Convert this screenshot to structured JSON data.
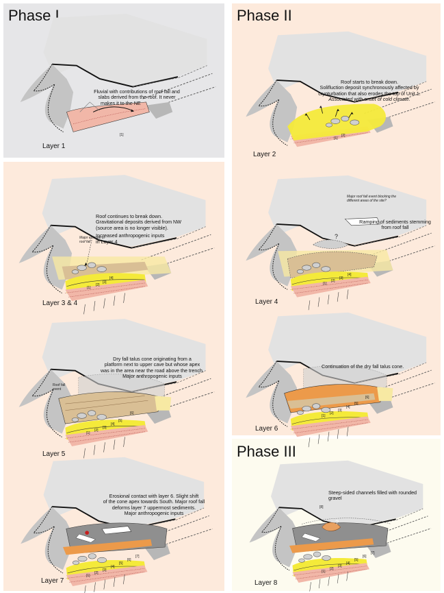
{
  "phases": {
    "phase1": "Phase I",
    "phase2": "Phase II",
    "phase3": "Phase III"
  },
  "layers": {
    "l1": "Layer 1",
    "l2": "Layer 2",
    "l34": "Layer 3 & 4",
    "l4": "Layer 4",
    "l5": "Layer 5",
    "l6": "Layer 6",
    "l7": "Layer 7",
    "l8": "Layer 8"
  },
  "annotations": {
    "l1": [
      "Fluvial with contributions of roof fall and",
      "slabs derived from the roof. It never",
      "makes it to the NE"
    ],
    "l2": [
      "Roof starts to break down.",
      "Solifluction deposit synchronously affected by",
      "cryoturbation that also erodes the top of Unit 1."
    ],
    "l2_italic": "Associated with onset of cold climate.",
    "l34": [
      "Roof continues to break down.",
      "Gravitational deposits derived from NW",
      "(source area is no longer visible).",
      "Increased anthropogenic inputs",
      "in Layer 4"
    ],
    "l34_small": [
      "Major episode of",
      "roof fall"
    ],
    "l4": [
      "Ramping of sediments stemming",
      "from roof fall"
    ],
    "l4_small": [
      "Major roof fall event blocking the",
      "different areas of the site?"
    ],
    "l5": [
      "Dry fall talus cone originating from a",
      "platform next to upper cave but whose apex",
      "was in the area near the road above the trench.",
      "Major anthropogenic inputs"
    ],
    "l5_small": [
      "Roof fall",
      "event"
    ],
    "l6": [
      "Continuation of the dry fall talus cone."
    ],
    "l7": [
      "Erosional contact with layer 6. Slight shift",
      "of the cone apex towards South. Major roof fall",
      "deforms layer 7 uppermost sediments.",
      "Major anthropogenic inputs"
    ],
    "l8": [
      "Steep-sided channels filled with rounded",
      "gravel"
    ]
  },
  "markers": {
    "n1": "[1]",
    "n2": "[2]",
    "n3": "[3]",
    "n4": "[4]",
    "n5": "[5]",
    "n6": "[6]",
    "n7": "[7]",
    "n8": "[8]",
    "q": "?"
  },
  "colors": {
    "phase1_bg": "#e6e6e8",
    "phase2_bg": "#fdeadc",
    "phase3_bg": "#fdfbef",
    "rock": "#e2e2e2",
    "rock_shadow": "#c4c4c4",
    "layer1_pink": "#f1b7a8",
    "layer2_yellow": "#f4ea3a",
    "layer34_tan": "#d9bf95",
    "layer6_orange": "#ec9a4a",
    "layer7_grey": "#8f8f8f",
    "boulder": "#d0d0d0",
    "highlight": "#f7e9a3"
  }
}
